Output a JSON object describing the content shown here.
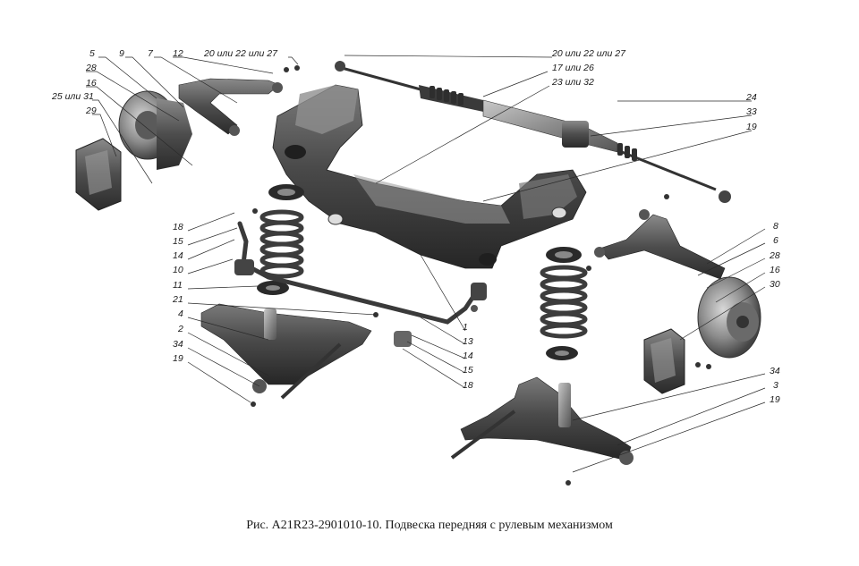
{
  "caption": "Рис. A21R23-2901010-10. Подвеска передняя с рулевым механизмом",
  "callouts": {
    "c5": "5",
    "c9": "9",
    "c7": "7",
    "c12": "12",
    "c20_tl": "20 или 22 или 27",
    "c28_l": "28",
    "c16_l": "16",
    "c25": "25 или 31",
    "c29": "29",
    "c20_tr": "20 или 22 или 27",
    "c17": "17 или 26",
    "c23": "23 или 32",
    "c24": "24",
    "c33": "33",
    "c19_tr": "19",
    "c18_l": "18",
    "c15_l": "15",
    "c14_l": "14",
    "c10": "10",
    "c11": "11",
    "c21": "21",
    "c4": "4",
    "c2": "2",
    "c34_l": "34",
    "c19_l": "19",
    "c1": "1",
    "c13": "13",
    "c14_m": "14",
    "c15_m": "15",
    "c18_m": "18",
    "c8": "8",
    "c6": "6",
    "c28_r": "28",
    "c16_r": "16",
    "c30": "30",
    "c34_r": "34",
    "c3": "3",
    "c19_r": "19"
  }
}
